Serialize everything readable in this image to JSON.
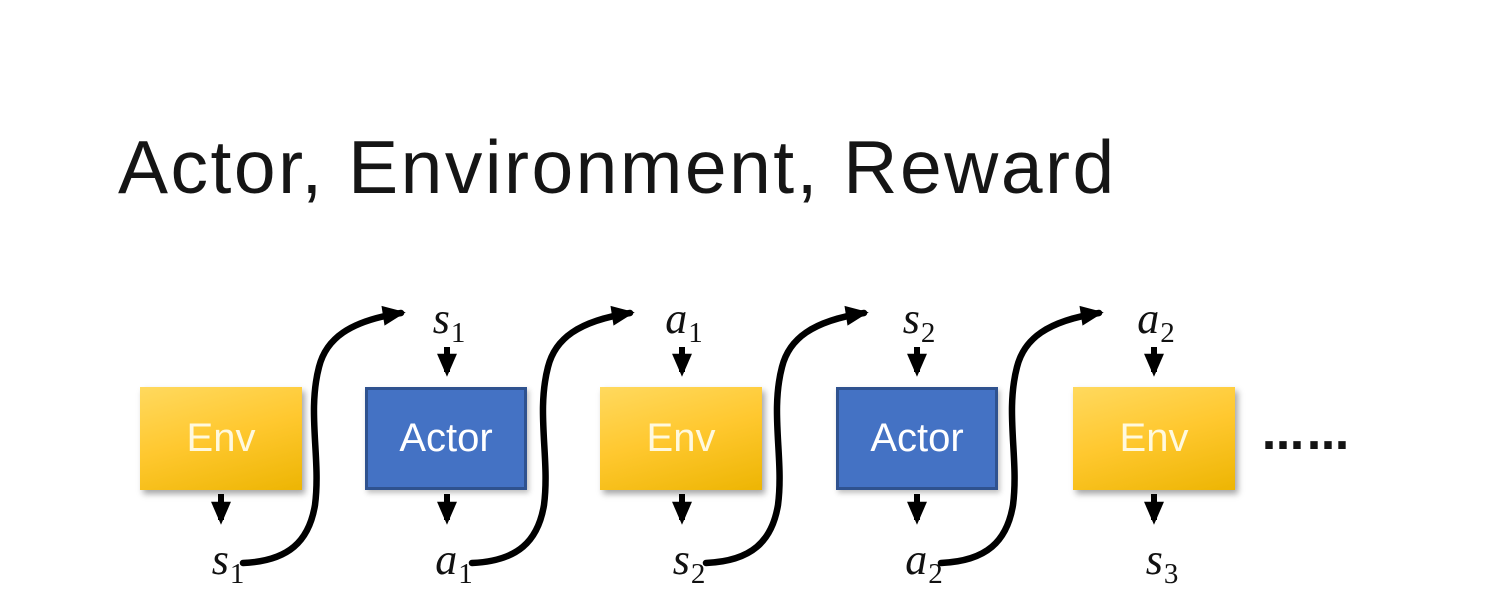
{
  "title": "Actor, Environment, Reward",
  "diagram": {
    "boxes": [
      {
        "label": "Env"
      },
      {
        "label": "Actor"
      },
      {
        "label": "Env"
      },
      {
        "label": "Actor"
      },
      {
        "label": "Env"
      }
    ],
    "top_labels": [
      {
        "base": "s",
        "sub": "1"
      },
      {
        "base": "a",
        "sub": "1"
      },
      {
        "base": "s",
        "sub": "2"
      },
      {
        "base": "a",
        "sub": "2"
      }
    ],
    "bottom_labels": [
      {
        "base": "s",
        "sub": "1"
      },
      {
        "base": "a",
        "sub": "1"
      },
      {
        "base": "s",
        "sub": "2"
      },
      {
        "base": "a",
        "sub": "2"
      },
      {
        "base": "s",
        "sub": "3"
      }
    ],
    "ellipsis": "……",
    "colors": {
      "env_gradient_top": "#FFD95E",
      "env_gradient_bottom": "#EDB503",
      "env_text": "#FFF9DE",
      "actor_fill": "#4472C4",
      "actor_border": "#2F528F",
      "actor_text": "#FFFFFF",
      "arrow": "#000000",
      "title_text": "#151515",
      "background": "#FFFFFF"
    }
  }
}
